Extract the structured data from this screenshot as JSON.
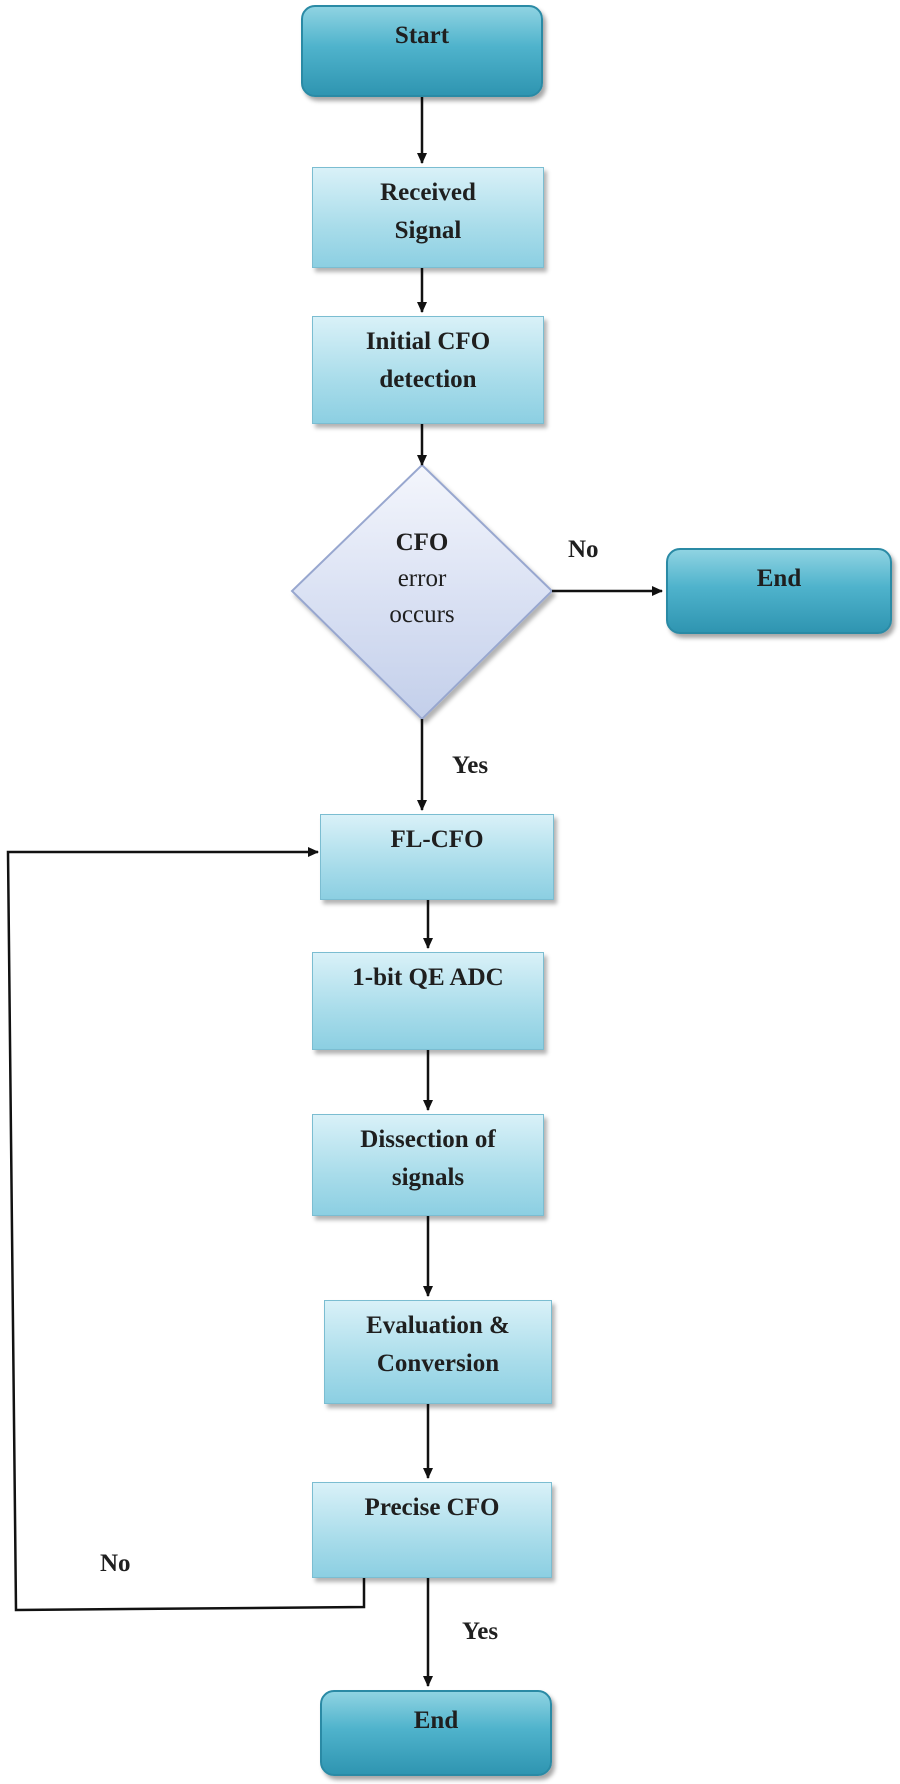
{
  "flowchart": {
    "nodes": {
      "start": {
        "label": "Start"
      },
      "received_signal": {
        "line1": "Received",
        "line2": "Signal"
      },
      "initial_cfo": {
        "line1": "Initial CFO",
        "line2": "detection"
      },
      "decision": {
        "line1": "CFO",
        "line2": "error",
        "line3": "occurs"
      },
      "end_right": {
        "label": "End"
      },
      "fl_cfo": {
        "label": "FL-CFO"
      },
      "qe_adc": {
        "label": "1-bit QE ADC"
      },
      "dissection": {
        "line1": "Dissection of",
        "line2": "signals"
      },
      "evaluation": {
        "line1": "Evaluation &",
        "line2": "Conversion"
      },
      "precise_cfo": {
        "label": "Precise CFO"
      },
      "end_bottom": {
        "label": "End"
      }
    },
    "edge_labels": {
      "decision_no": "No",
      "decision_yes": "Yes",
      "precise_no": "No",
      "precise_yes": "Yes"
    },
    "colors": {
      "terminal_fill": "#4fb3cc",
      "process_fill": "#b4e1ee",
      "decision_fill": "#dde4f4",
      "line": "#111111"
    }
  }
}
